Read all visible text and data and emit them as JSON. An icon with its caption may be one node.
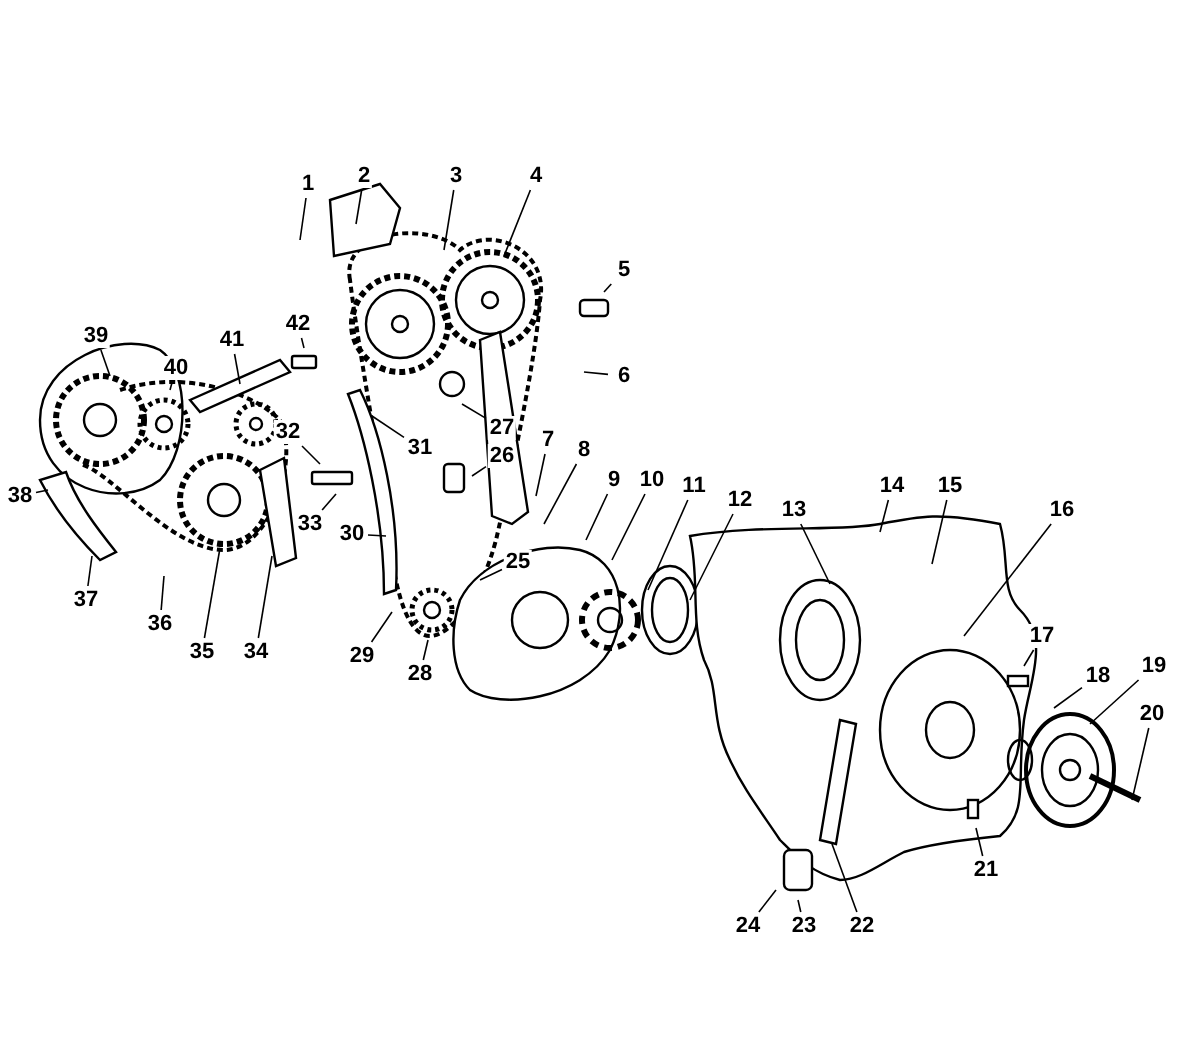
{
  "diagram": {
    "nodes": [
      {
        "text": [
          "1"
        ]
      },
      {
        "text": [
          "2"
        ]
      },
      {
        "text": [
          "3"
        ]
      },
      {
        "text": [
          "4"
        ]
      },
      {
        "text": [
          "5"
        ]
      },
      {
        "text": [
          "6"
        ]
      },
      {
        "text": [
          "7"
        ]
      },
      {
        "text": [
          "8"
        ]
      },
      {
        "text": [
          "9"
        ]
      },
      {
        "text": [
          "10"
        ]
      },
      {
        "text": [
          "11"
        ]
      },
      {
        "text": [
          "12"
        ]
      },
      {
        "text": [
          "13"
        ]
      },
      {
        "text": [
          "14"
        ]
      },
      {
        "text": [
          "15"
        ]
      },
      {
        "text": [
          "16"
        ]
      },
      {
        "text": [
          "17"
        ]
      },
      {
        "text": [
          "18"
        ]
      },
      {
        "text": [
          "19"
        ]
      },
      {
        "text": [
          "20"
        ]
      },
      {
        "text": [
          "21"
        ]
      },
      {
        "text": [
          "22"
        ]
      },
      {
        "text": [
          "23"
        ]
      },
      {
        "text": [
          "24"
        ]
      },
      {
        "text": [
          "25"
        ]
      },
      {
        "text": [
          "26"
        ]
      },
      {
        "text": [
          "27"
        ]
      },
      {
        "text": [
          "28"
        ]
      },
      {
        "text": [
          "29"
        ]
      },
      {
        "text": [
          "30"
        ]
      },
      {
        "text": [
          "31"
        ]
      },
      {
        "text": [
          "32"
        ]
      },
      {
        "text": [
          "33"
        ]
      },
      {
        "text": [
          "34"
        ]
      },
      {
        "text": [
          "35"
        ]
      },
      {
        "text": [
          "36"
        ]
      },
      {
        "text": [
          "37"
        ]
      },
      {
        "text": [
          "38"
        ]
      },
      {
        "text": [
          "39"
        ]
      },
      {
        "text": [
          "40"
        ]
      },
      {
        "text": [
          "41"
        ]
      },
      {
        "text": [
          "42"
        ]
      }
    ],
    "edges": [
      {
        "from": 0,
        "to": null,
        "arrow": "none"
      },
      {
        "from": 1,
        "to": null,
        "arrow": "none"
      },
      {
        "from": 2,
        "to": null,
        "arrow": "none"
      },
      {
        "from": 3,
        "to": null,
        "arrow": "none"
      },
      {
        "from": 4,
        "to": null,
        "arrow": "none"
      },
      {
        "from": 5,
        "to": null,
        "arrow": "none"
      },
      {
        "from": 6,
        "to": null,
        "arrow": "none"
      },
      {
        "from": 7,
        "to": null,
        "arrow": "none"
      },
      {
        "from": 8,
        "to": null,
        "arrow": "none"
      },
      {
        "from": 9,
        "to": null,
        "arrow": "none"
      },
      {
        "from": 10,
        "to": null,
        "arrow": "none"
      },
      {
        "from": 11,
        "to": null,
        "arrow": "none"
      },
      {
        "from": 12,
        "to": null,
        "arrow": "none"
      },
      {
        "from": 13,
        "to": null,
        "arrow": "none"
      },
      {
        "from": 14,
        "to": null,
        "arrow": "none"
      },
      {
        "from": 15,
        "to": null,
        "arrow": "none"
      },
      {
        "from": 16,
        "to": null,
        "arrow": "none"
      },
      {
        "from": 17,
        "to": null,
        "arrow": "none"
      },
      {
        "from": 18,
        "to": null,
        "arrow": "none"
      },
      {
        "from": 19,
        "to": null,
        "arrow": "none"
      },
      {
        "from": 20,
        "to": null,
        "arrow": "none"
      },
      {
        "from": 21,
        "to": null,
        "arrow": "none"
      },
      {
        "from": 22,
        "to": null,
        "arrow": "none"
      },
      {
        "from": 23,
        "to": null,
        "arrow": "none"
      },
      {
        "from": 24,
        "to": null,
        "arrow": "none"
      },
      {
        "from": 25,
        "to": null,
        "arrow": "none"
      },
      {
        "from": 26,
        "to": null,
        "arrow": "none"
      },
      {
        "from": 27,
        "to": null,
        "arrow": "none"
      },
      {
        "from": 28,
        "to": null,
        "arrow": "none"
      },
      {
        "from": 29,
        "to": null,
        "arrow": "none"
      },
      {
        "from": 30,
        "to": null,
        "arrow": "none"
      },
      {
        "from": 31,
        "to": null,
        "arrow": "none"
      },
      {
        "from": 32,
        "to": null,
        "arrow": "none"
      },
      {
        "from": 33,
        "to": null,
        "arrow": "none"
      },
      {
        "from": 34,
        "to": null,
        "arrow": "none"
      },
      {
        "from": 35,
        "to": null,
        "arrow": "none"
      },
      {
        "from": 36,
        "to": null,
        "arrow": "none"
      },
      {
        "from": 37,
        "to": null,
        "arrow": "none"
      },
      {
        "from": 38,
        "to": null,
        "arrow": "none"
      },
      {
        "from": 39,
        "to": null,
        "arrow": "none"
      },
      {
        "from": 40,
        "to": null,
        "arrow": "none"
      },
      {
        "from": 41,
        "to": null,
        "arrow": "none"
      }
    ]
  }
}
